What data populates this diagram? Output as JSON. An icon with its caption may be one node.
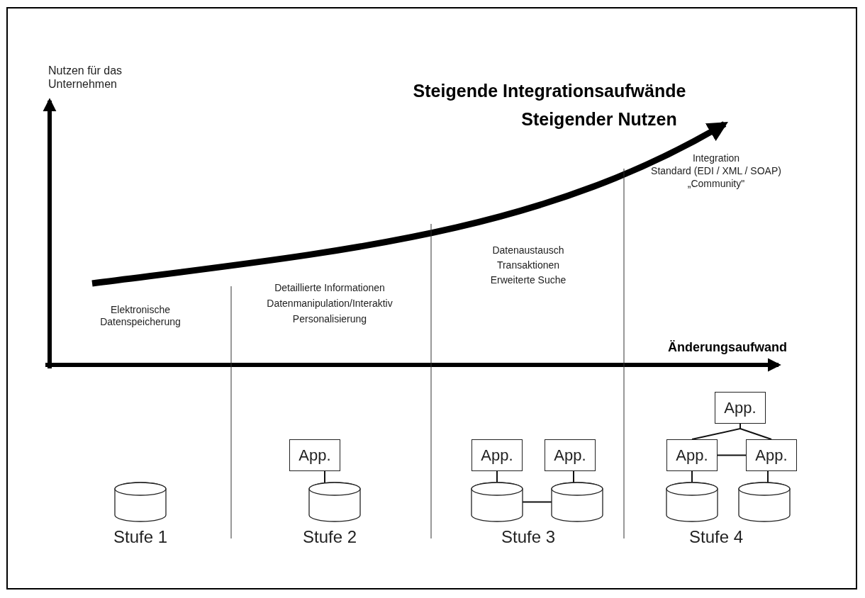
{
  "diagram": {
    "nodes": [
      {
        "text": [],
        "shape": "cylinder"
      },
      {
        "text": [
          "App."
        ]
      },
      {
        "text": [],
        "shape": "cylinder"
      },
      {
        "text": [
          "App."
        ]
      },
      {
        "text": [
          "App."
        ]
      },
      {
        "text": [],
        "shape": "cylinder"
      },
      {
        "text": [],
        "shape": "cylinder"
      },
      {
        "text": [
          "App."
        ]
      },
      {
        "text": [
          "App."
        ]
      },
      {
        "text": [
          "App."
        ]
      },
      {
        "text": [],
        "shape": "cylinder"
      },
      {
        "text": [],
        "shape": "cylinder"
      }
    ],
    "edges": [
      {
        "from": 1,
        "to": 2,
        "arrow": "none"
      },
      {
        "from": 3,
        "to": 5,
        "arrow": "none"
      },
      {
        "from": 4,
        "to": 6,
        "arrow": "none"
      },
      {
        "from": 5,
        "to": 6,
        "arrow": "none"
      },
      {
        "from": 7,
        "to": 8,
        "arrow": "none"
      },
      {
        "from": 7,
        "to": 9,
        "arrow": "none"
      },
      {
        "from": 8,
        "to": 9,
        "arrow": "none"
      },
      {
        "from": 8,
        "to": 10,
        "arrow": "none"
      },
      {
        "from": 9,
        "to": 11,
        "arrow": "none"
      }
    ],
    "labels": [
      "Nutzen für das Unternehmen",
      "Steigende Integrationsaufwände",
      "Steigender Nutzen",
      "Integration",
      "Standard (EDI / XML / SOAP)",
      "„Community\"",
      "Datenaustausch",
      "Transaktionen",
      "Erweiterte Suche",
      "Detaillierte Informationen",
      "Datenmanipulation/Interaktiv",
      "Personalisierung",
      "Elektronische Datenspeicherung",
      "Änderungsaufwand",
      "Stufe 1",
      "Stufe 2",
      "Stufe 3",
      "Stufe 4"
    ]
  }
}
